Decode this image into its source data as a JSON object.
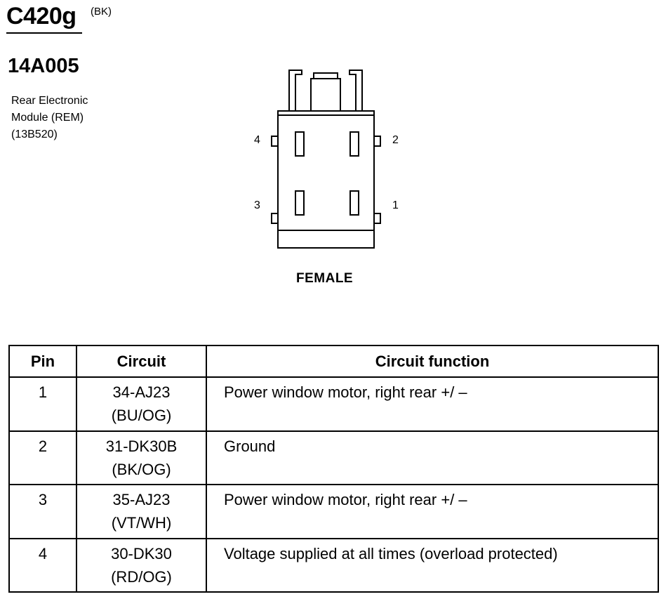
{
  "header": {
    "connector_id": "C420g",
    "color_code": "(BK)",
    "part_number": "14A005",
    "component_lines": [
      "Rear Electronic",
      "Module (REM)",
      "(13B520)"
    ]
  },
  "connector": {
    "pin_labels": {
      "p1": "1",
      "p2": "2",
      "p3": "3",
      "p4": "4"
    },
    "gender_label": "FEMALE"
  },
  "table": {
    "headers": [
      "Pin",
      "Circuit",
      "Circuit function"
    ],
    "rows": [
      {
        "pin": "1",
        "circuit": "34-AJ23",
        "wire_color": "(BU/OG)",
        "function": "Power window motor, right rear  +/ –"
      },
      {
        "pin": "2",
        "circuit": "31-DK30B",
        "wire_color": "(BK/OG)",
        "function": "Ground"
      },
      {
        "pin": "3",
        "circuit": "35-AJ23",
        "wire_color": "(VT/WH)",
        "function": "Power window motor, right rear  +/ –"
      },
      {
        "pin": "4",
        "circuit": "30-DK30",
        "wire_color": "(RD/OG)",
        "function": "Voltage supplied at all times (overload protected)"
      }
    ]
  }
}
